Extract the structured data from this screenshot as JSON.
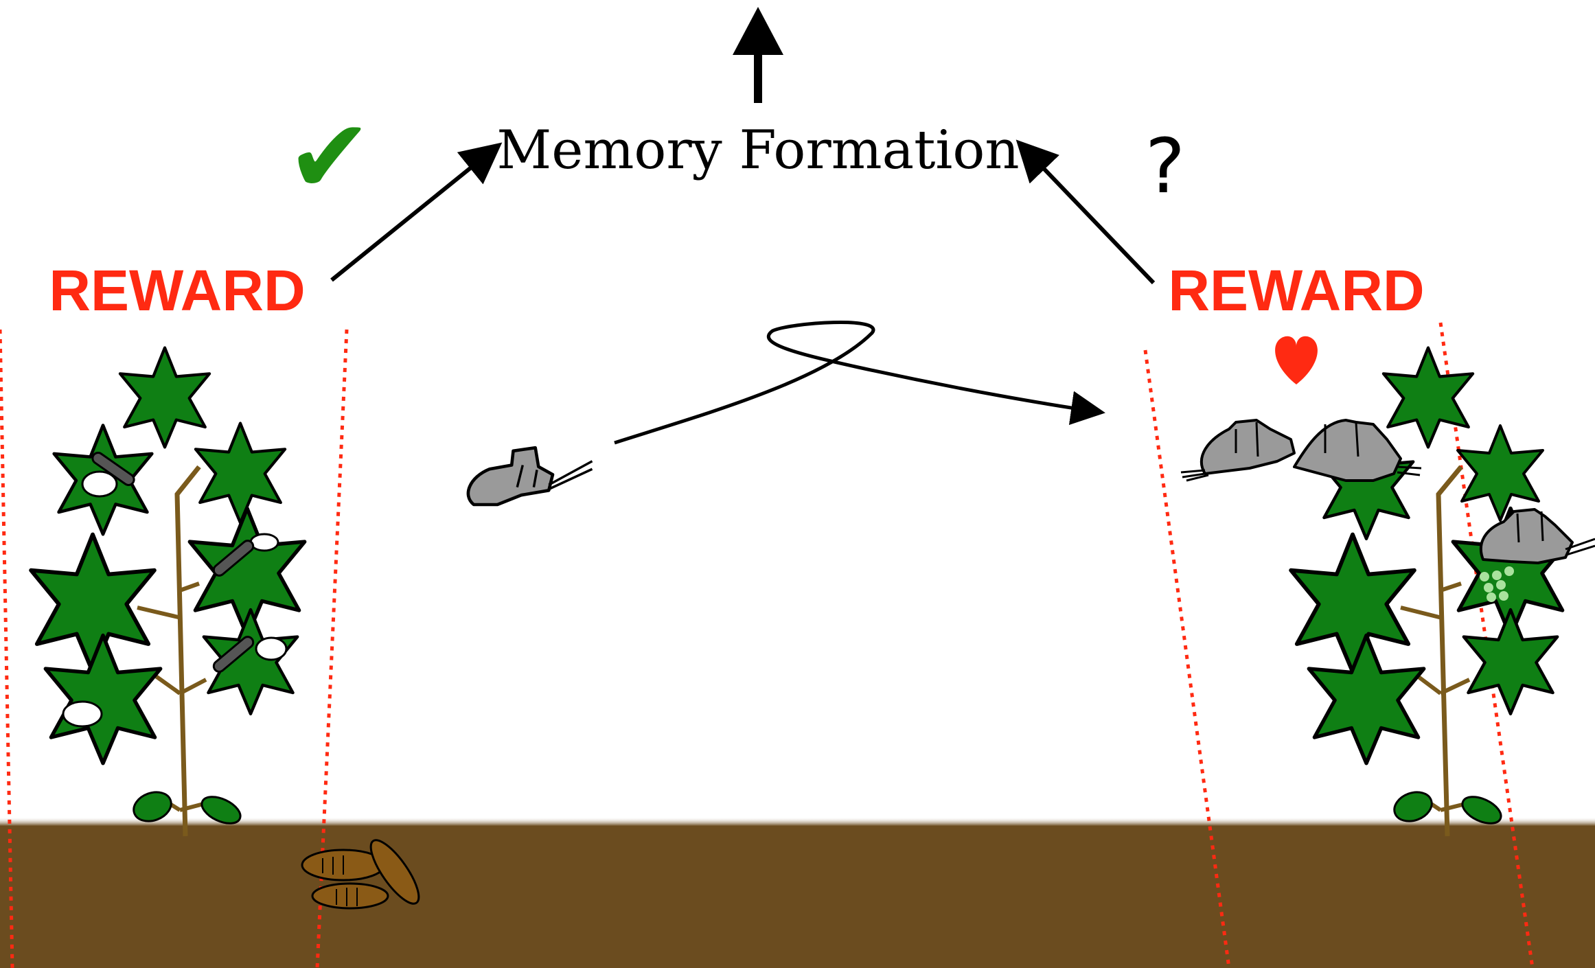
{
  "diagram": {
    "title": "Memory Formation",
    "left_label": "REWARD",
    "right_label": "REWARD",
    "question_mark": "?",
    "check_symbol": "✔",
    "heart_symbol": "♥"
  },
  "colors": {
    "reward": "#ff2a12",
    "check": "#1f8f12",
    "leaf": "#0f7f14",
    "stem": "#7a5a1c",
    "soil": "#6b4c1f",
    "moth": "#9a9a9a",
    "egg": "#a9e29d",
    "boundary": "#ff2a12"
  },
  "icons": {
    "check": "check-mark-icon",
    "question": "question-mark-icon",
    "heart": "heart-icon",
    "moth": "moth-icon",
    "plant": "plant-icon",
    "pupa": "pupa-icon",
    "eggs": "egg-cluster-icon"
  }
}
